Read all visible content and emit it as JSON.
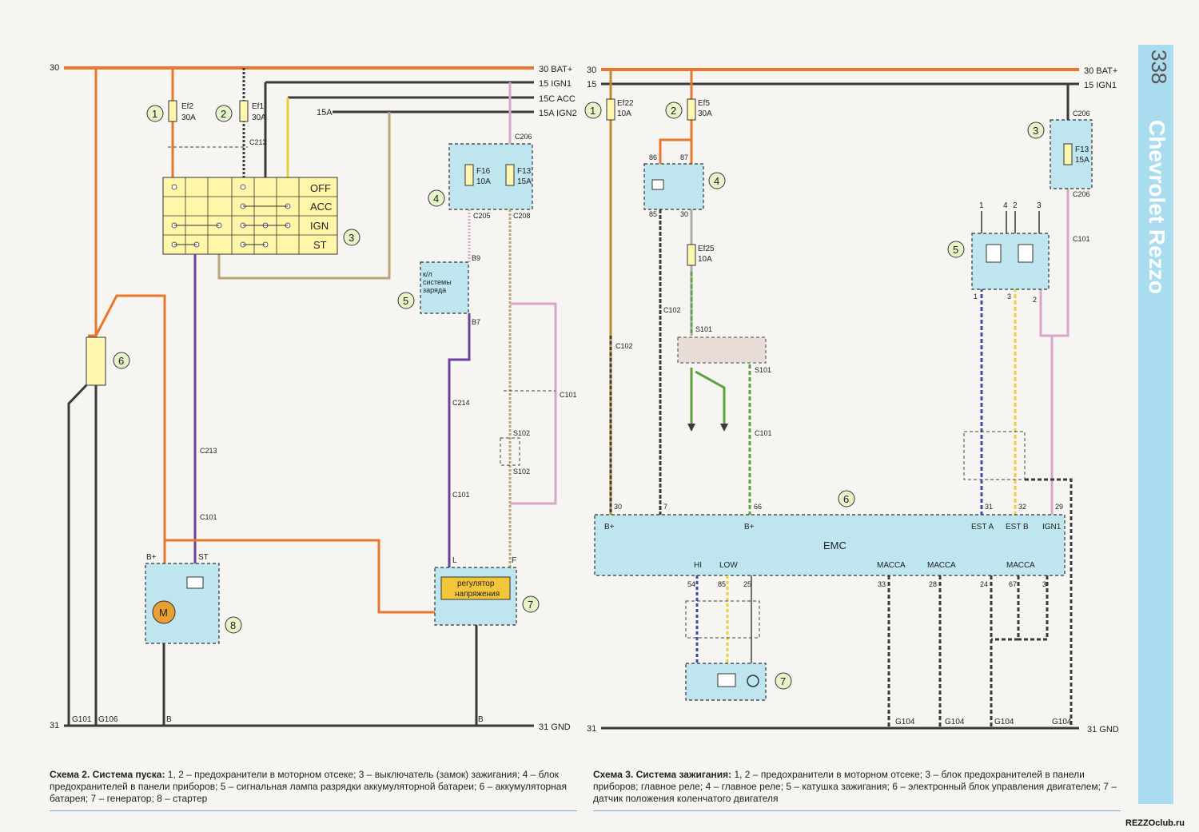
{
  "page": {
    "number": "338",
    "brand": "Chevrolet Rezzo",
    "site": "REZZOclub.ru"
  },
  "left": {
    "rails": {
      "bat_left": "30",
      "gnd_left": "31",
      "bat_right": "30  BAT+",
      "ign1_right": "15  IGN1",
      "acc_right": "15C  ACC",
      "ign2_right": "15A  IGN2",
      "ign2_left": "15A",
      "gnd_right": "31  GND"
    },
    "fuses": {
      "ef2": [
        "Ef2",
        "30A"
      ],
      "ef1": [
        "Ef1",
        "30A"
      ],
      "f16": [
        "F16",
        "10A"
      ],
      "f13": [
        "F13",
        "15A"
      ]
    },
    "switch": {
      "positions": [
        "OFF",
        "ACC",
        "IGN",
        "ST"
      ]
    },
    "lamp": [
      "к/л",
      "системы",
      "заряда"
    ],
    "regulator": [
      "регулятор",
      "напряжения"
    ],
    "motor": "M",
    "connectors": [
      "C213",
      "C206",
      "C205",
      "C208",
      "C214",
      "C101",
      "C213",
      "C101",
      "S102",
      "S102",
      "C101",
      "B7",
      "B9"
    ],
    "pins": {
      "b_plus": "B+",
      "st": "ST",
      "l": "L",
      "f": "F",
      "b": "B"
    },
    "grounds": [
      "G101",
      "G106",
      "B",
      "B"
    ],
    "callouts": [
      "1",
      "2",
      "3",
      "4",
      "5",
      "6",
      "7",
      "8"
    ]
  },
  "right": {
    "rails": {
      "bat_left": "30",
      "ign1_left": "15",
      "gnd_left": "31",
      "bat_right": "30  BAT+",
      "ign1_right": "15  IGN1",
      "gnd_right": "31  GND"
    },
    "fuses": {
      "ef22": [
        "Ef22",
        "10A"
      ],
      "ef5": [
        "Ef5",
        "30A"
      ],
      "ef25": [
        "Ef25",
        "10A"
      ],
      "f13": [
        "F13",
        "15A"
      ]
    },
    "emc": {
      "label": "EMC",
      "top_pins": [
        {
          "num": "30",
          "label": "B+"
        },
        {
          "num": "7",
          "label": ""
        },
        {
          "num": "66",
          "label": "B+"
        },
        {
          "num": "31",
          "label": "EST A"
        },
        {
          "num": "32",
          "label": "EST B"
        },
        {
          "num": "29",
          "label": "IGN1"
        }
      ],
      "bottom_pins": [
        {
          "num": "54",
          "label": "HI"
        },
        {
          "num": "85",
          "label": "LOW"
        },
        {
          "num": "25",
          "label": ""
        },
        {
          "num": "33",
          "label": "МАССА"
        },
        {
          "num": "28",
          "label": "МАССА"
        },
        {
          "num": "24",
          "label": ""
        },
        {
          "num": "67",
          "label": "МАССА"
        },
        {
          "num": "3",
          "label": ""
        }
      ]
    },
    "relay_pins": [
      "86",
      "87",
      "85",
      "30"
    ],
    "coil_outputs": [
      "1",
      "4",
      "2",
      "3"
    ],
    "coil_pins": [
      "1",
      "3",
      "2"
    ],
    "connectors": [
      "C206",
      "C206",
      "C101",
      "C102",
      "C102",
      "S101",
      "S101",
      "C101"
    ],
    "grounds": [
      "G104",
      "G104",
      "G104",
      "G104"
    ],
    "callouts": [
      "1",
      "2",
      "3",
      "4",
      "5",
      "6",
      "7"
    ]
  },
  "captions": {
    "left_title": "Схема 2. Система пуска:",
    "left_body": " 1, 2 – предохранители в моторном отсеке; 3 – выключатель (замок) зажигания; 4 – блок предохранителей в панели приборов; 5 – сигнальная лампа разрядки аккумуляторной батареи; 6 – аккумуляторная батарея; 7 – генератор; 8 – стартер",
    "right_title": "Схема 3. Система зажигания:",
    "right_body": " 1, 2 – предохранители в моторном отсеке; 3 – блок предохранителей в панели приборов; главное реле; 4 – главное реле; 5 – катушка зажигания; 6 – электронный блок управления двигателем; 7 – датчик положения коленчатого двигателя"
  },
  "colors": {
    "orange": "#e8772e",
    "brown": "#8a5a2a",
    "dark": "#3a3a3a",
    "purple": "#6b3f9a",
    "pink": "#d9a6c9",
    "yellow": "#e8d03a",
    "green": "#5aa33a",
    "blue": "#3b4fa8",
    "tan": "#b9a577"
  }
}
